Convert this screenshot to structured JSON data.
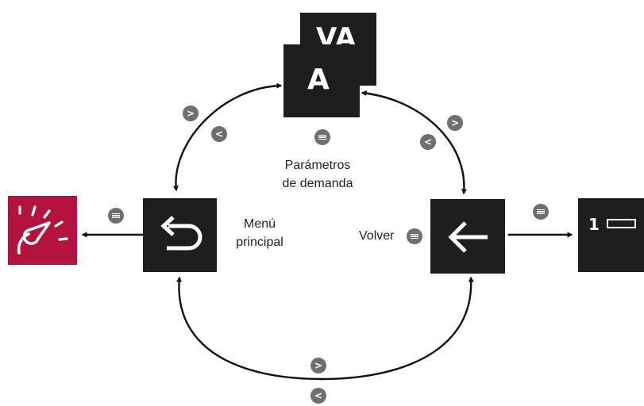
{
  "screens": {
    "top_back_label": "VA",
    "top_front_label": "A",
    "right_screen_label": "1",
    "app_icon": "gauge-app-icon",
    "menu_icon": "return-arrow-icon",
    "back_icon": "left-arrow-icon"
  },
  "labels": {
    "demand_line1": "Parámetros",
    "demand_line2": "de demanda",
    "menu_line1": "Menú",
    "menu_line2": "principal",
    "back": "Volver"
  },
  "nav": {
    "next": ">",
    "prev": "<"
  },
  "colors": {
    "tile": "#1e1e1e",
    "app_icon": "#b5133f",
    "nav_button": "#6f6f6f"
  }
}
